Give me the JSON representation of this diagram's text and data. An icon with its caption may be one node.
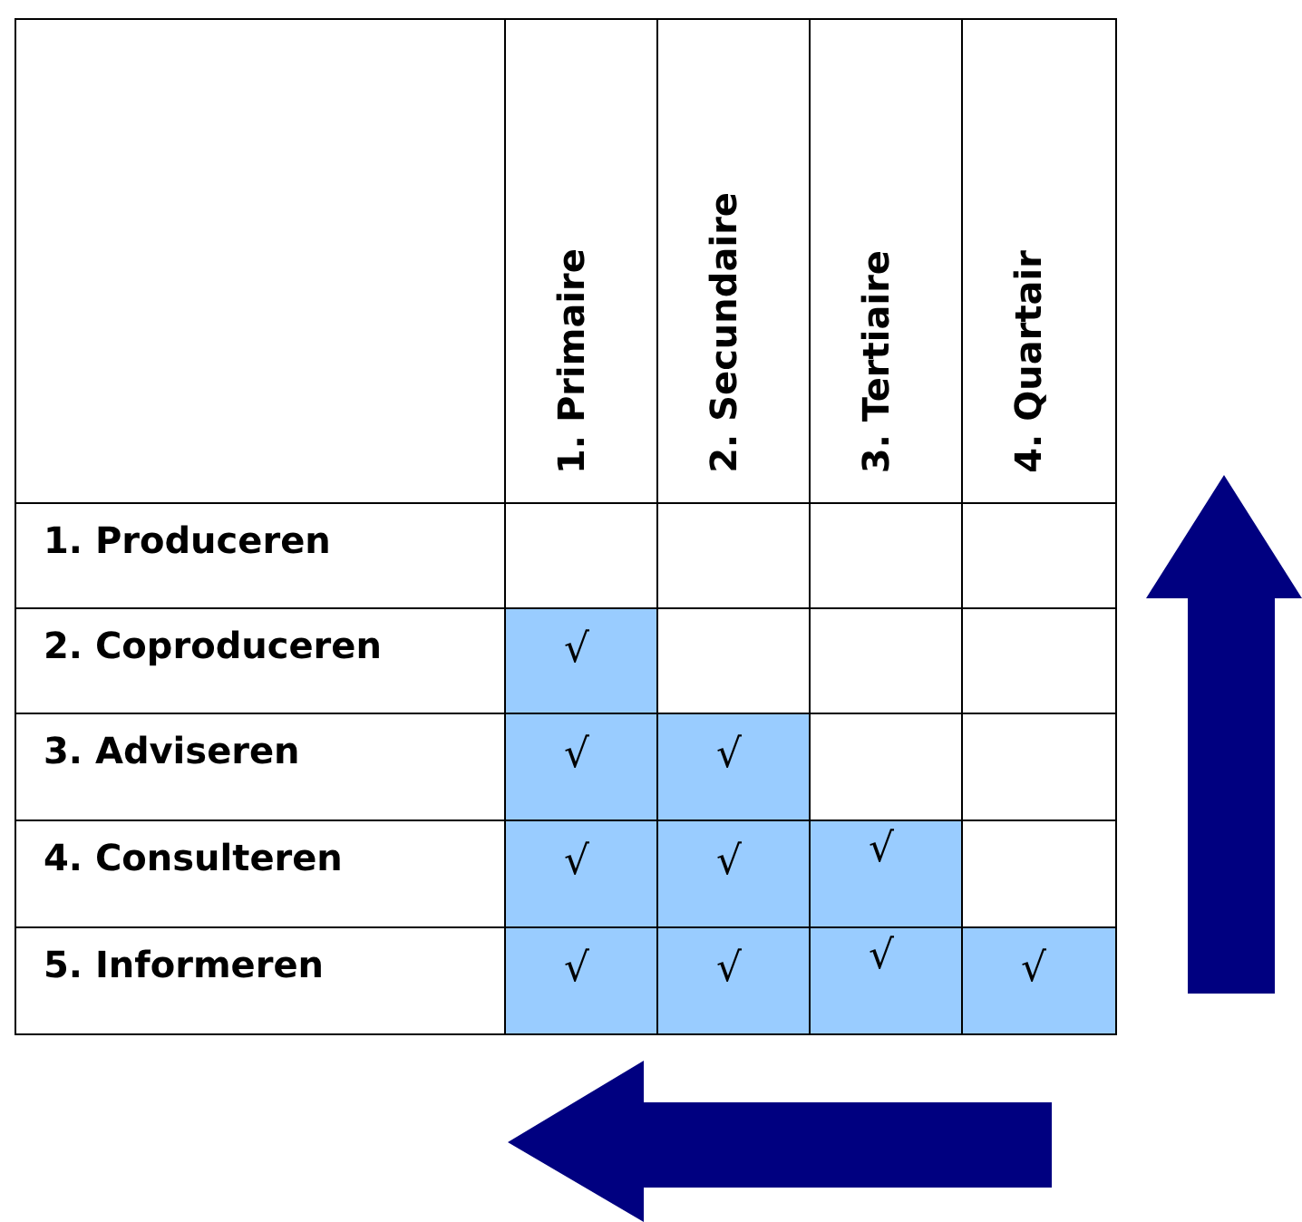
{
  "diagram": {
    "labels": [
      "1. Primaire",
      "2. Secundaire",
      "3. Tertiaire",
      "4. Quartair",
      "1. Produceren",
      "2. Coproduceren",
      "√",
      "3. Adviseren",
      "√",
      "√",
      "4. Consulteren",
      "√",
      "√",
      "√",
      "5. Informeren",
      "√",
      "√",
      "√",
      "√"
    ]
  }
}
